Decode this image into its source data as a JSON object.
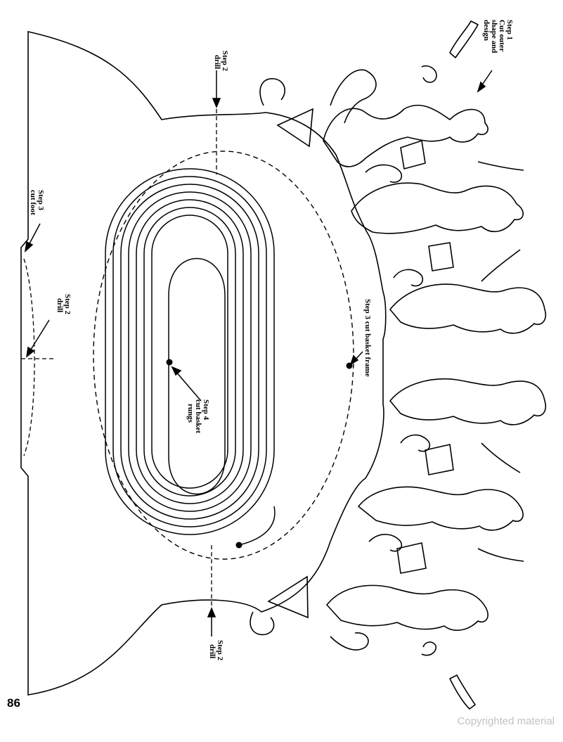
{
  "labels": {
    "step1": [
      "Step 1",
      "Cut outer",
      "shape and",
      "design"
    ],
    "step2_top": [
      "Step 2",
      "drill"
    ],
    "step2_left": [
      "Step 2",
      "drill"
    ],
    "step2_bottom": [
      "Step 2",
      "drill"
    ],
    "step3_foot": [
      "Step 3",
      "cut foot"
    ],
    "step3_frame": [
      "Step 3 cut basket frame"
    ],
    "step4": [
      "Step 4",
      "cut basket",
      "rungs"
    ]
  },
  "footer": {
    "page_number": "86",
    "copyright": "Copyrighted material"
  },
  "colors": {
    "line": "#000000",
    "background": "#ffffff",
    "watermark": "#c2c2c2"
  }
}
